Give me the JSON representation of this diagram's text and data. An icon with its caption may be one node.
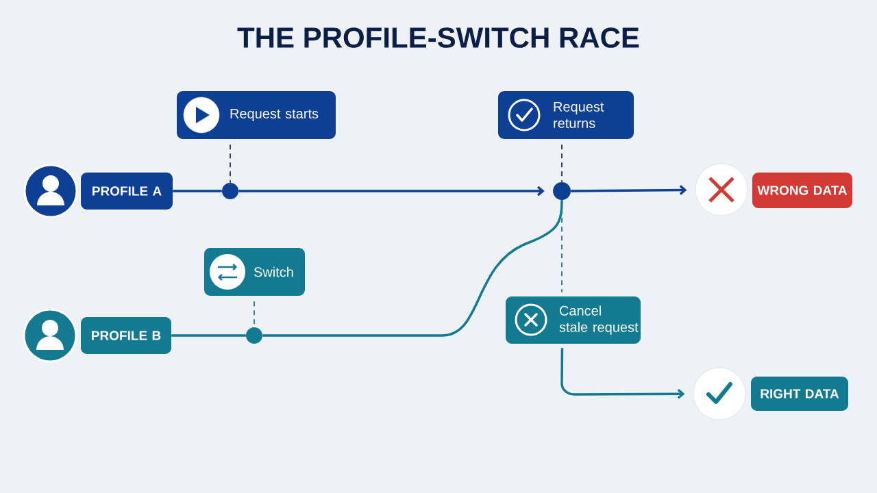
{
  "diagram": {
    "title": "THE PROFILE-SWITCH RACE",
    "nodes": [
      {
        "text": [
          "PROFILE A"
        ]
      },
      {
        "text": [
          "Request starts"
        ]
      },
      {
        "text": [
          "Request returns"
        ]
      },
      {
        "text": [],
        "shape": "circle"
      },
      {
        "text": [],
        "shape": "circle"
      },
      {
        "text": [],
        "shape": "circle"
      },
      {
        "text": [
          "WRONG DATA"
        ]
      },
      {
        "text": [
          "PROFILE B"
        ]
      },
      {
        "text": [
          "Switch"
        ]
      },
      {
        "text": [],
        "shape": "circle"
      },
      {
        "text": [
          "Cancel stale request"
        ]
      },
      {
        "text": [],
        "shape": "circle"
      },
      {
        "text": [
          "RIGHT DATA"
        ]
      }
    ],
    "edges": [
      {
        "from": 0,
        "to": 3,
        "arrow": "none"
      },
      {
        "from": 3,
        "to": 4,
        "arrow": "to"
      },
      {
        "from": 4,
        "to": 5,
        "arrow": "to"
      },
      {
        "from": 1,
        "to": 3,
        "arrow": "none",
        "style": "dashed"
      },
      {
        "from": 2,
        "to": 4,
        "arrow": "none",
        "style": "dashed"
      },
      {
        "from": 7,
        "to": 9,
        "arrow": "none",
        "color": "#137a92"
      },
      {
        "from": 9,
        "to": 4,
        "arrow": "none",
        "color": "#137a92"
      },
      {
        "from": 8,
        "to": 9,
        "arrow": "none",
        "style": "dashed",
        "color": "#137a92"
      },
      {
        "from": 4,
        "to": 10,
        "arrow": "none",
        "style": "dashed",
        "color": "#137a92"
      },
      {
        "from": 10,
        "to": 11,
        "arrow": "to",
        "color": "#137a92"
      }
    ]
  }
}
